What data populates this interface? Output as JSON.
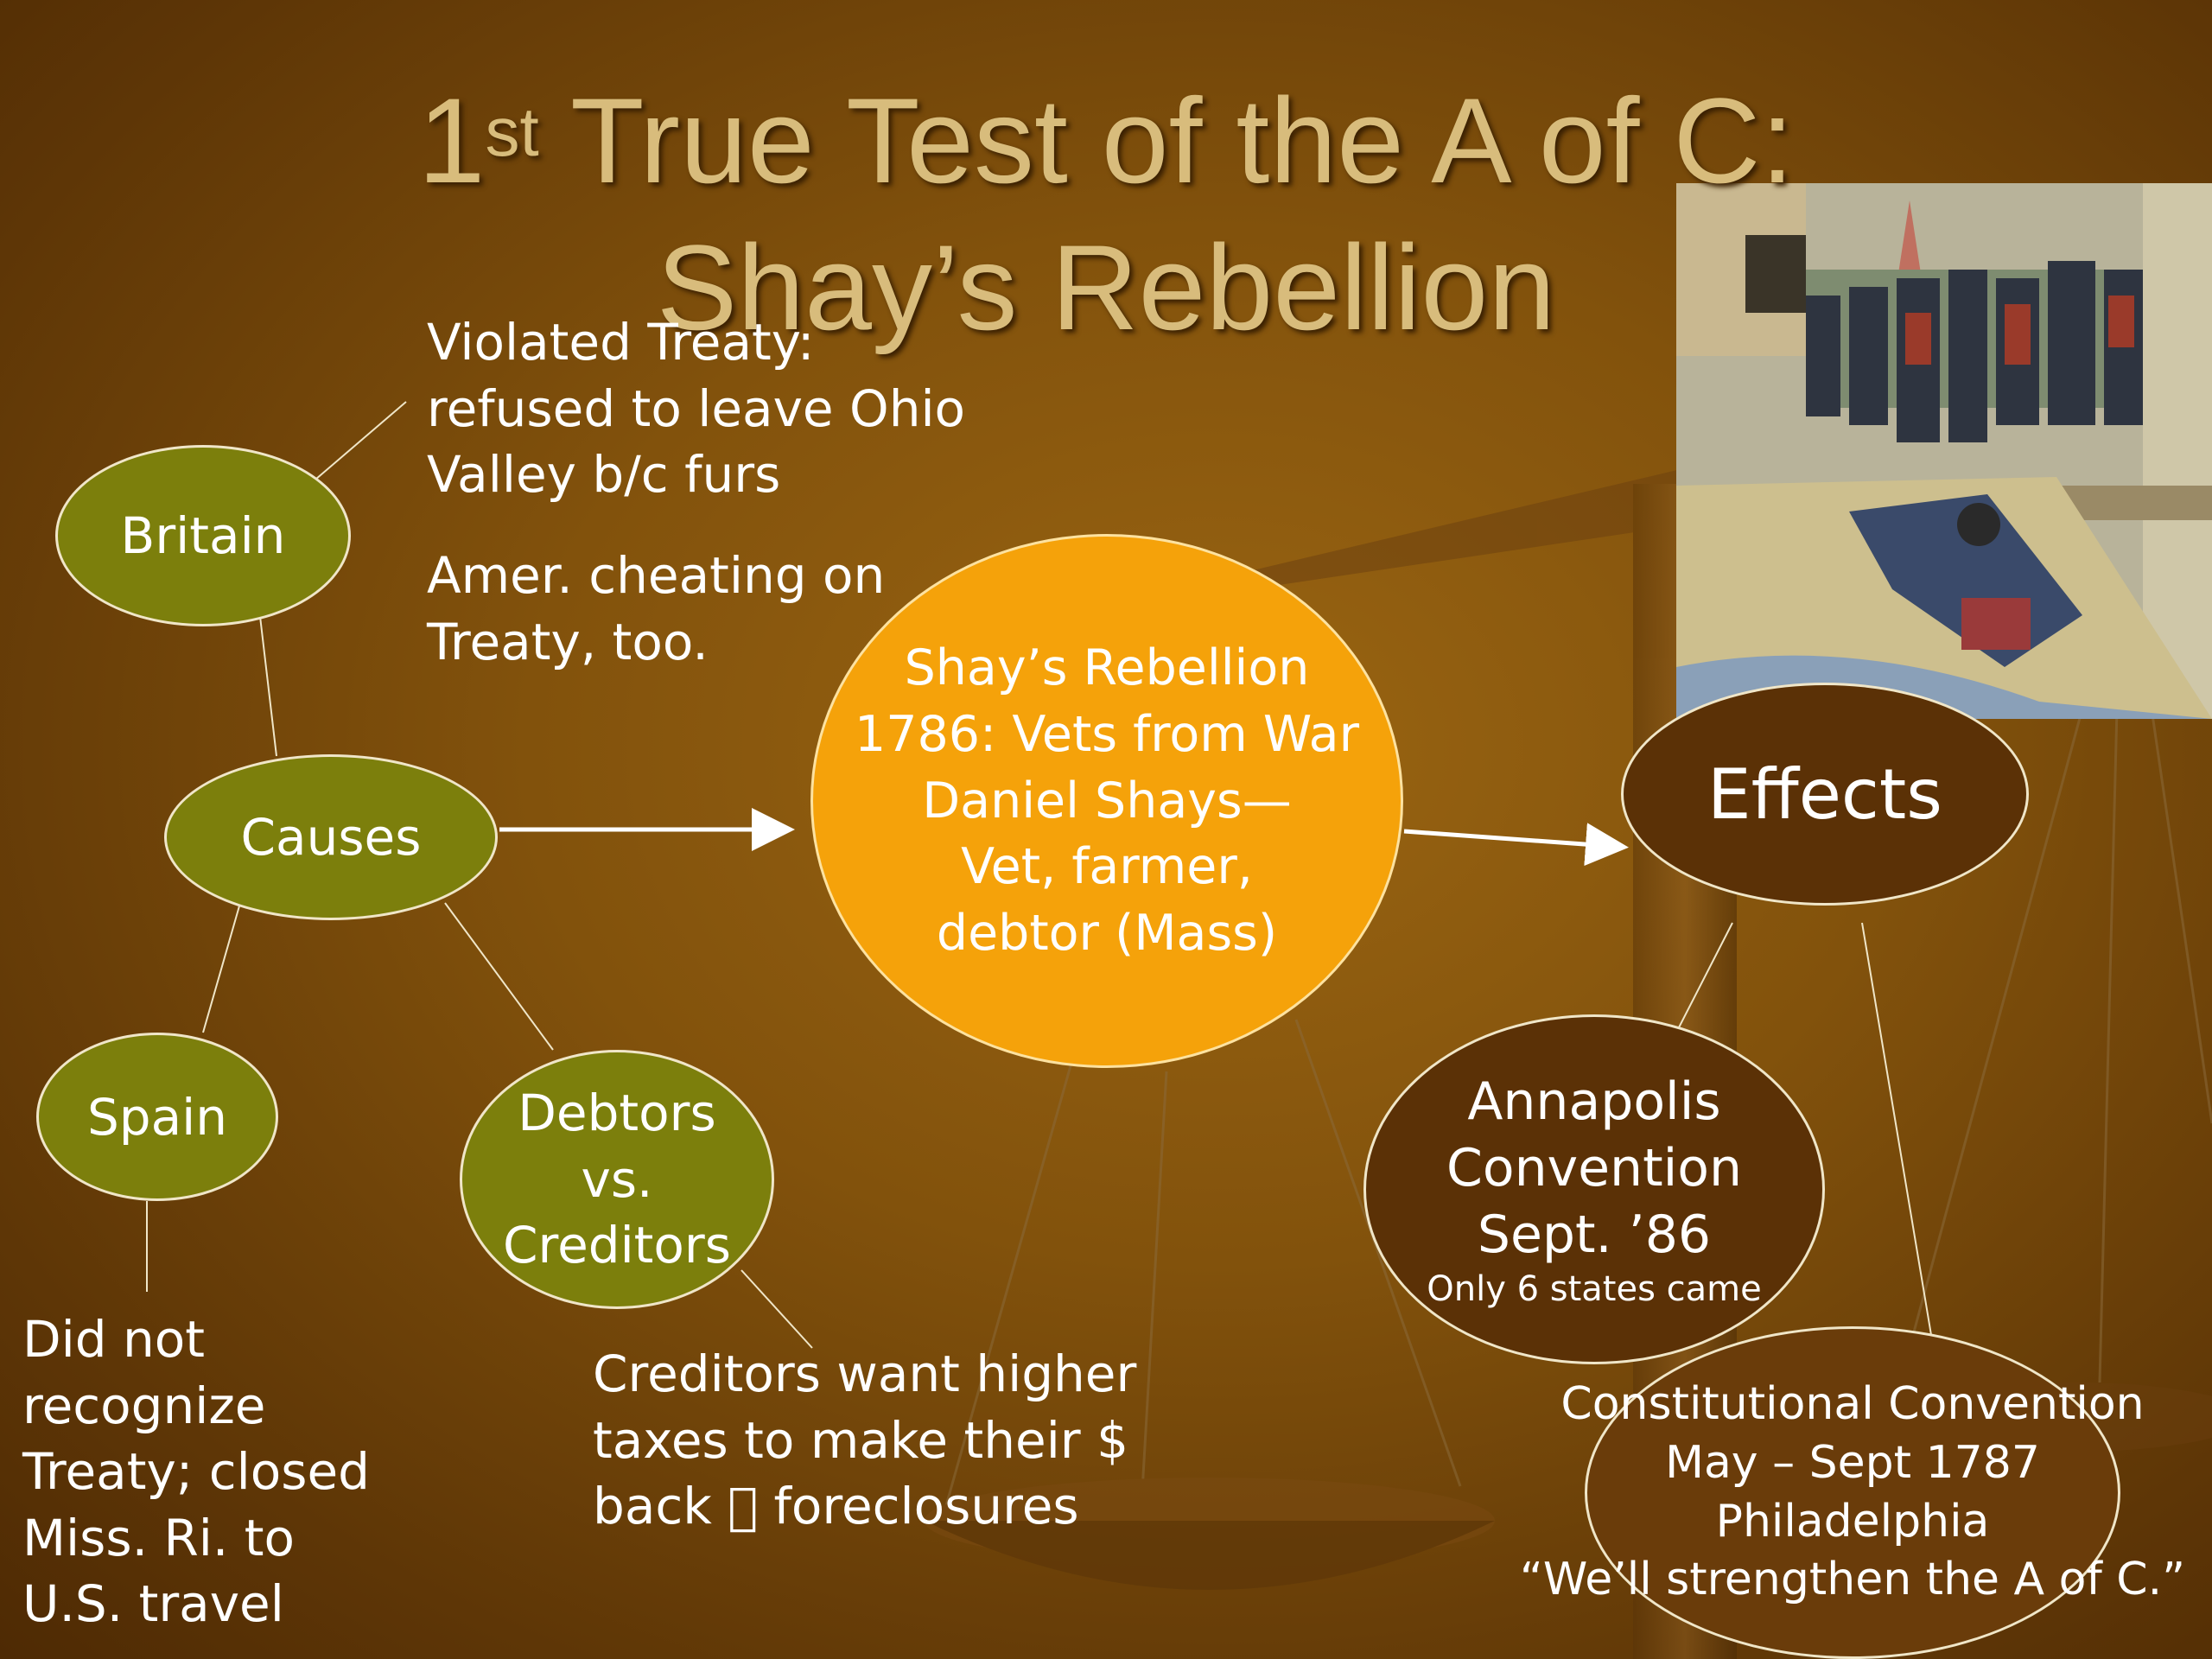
{
  "title": {
    "line1_prefix": "1",
    "line1_sup": "st",
    "line1_rest": " True Test of the A of C:",
    "line2": "Shay’s Rebellion"
  },
  "nodes": {
    "britain": "Britain",
    "causes": "Causes",
    "spain": "Spain",
    "debtors": [
      "Debtors",
      "vs.",
      "Creditors"
    ],
    "center": [
      "Shay’s Rebellion",
      "1786: Vets from War",
      "Daniel Shays—",
      "Vet, farmer,",
      "debtor (Mass)"
    ],
    "effects": "Effects",
    "annapolis": [
      "Annapolis",
      "Convention",
      "Sept. ’86"
    ],
    "annapolis_note": "Only 6 states came",
    "constitutional": [
      "Constitutional Convention",
      "May – Sept 1787",
      "Philadelphia",
      "“We’ll strengthen the A of C.”"
    ]
  },
  "notes": {
    "britain_treaty": [
      "Violated Treaty:",
      "refused to leave Ohio",
      "Valley b/c furs"
    ],
    "amer_cheating": [
      "Amer. cheating on",
      "Treaty, too."
    ],
    "spain_note": [
      "Did not",
      "recognize",
      "Treaty; closed",
      "Miss. Ri. to",
      "U.S. travel"
    ],
    "creditors_note": [
      "Creditors want higher",
      "taxes to make their $",
      "back  foreclosures"
    ]
  },
  "colors": {
    "olive_node": "#7c7f0c",
    "brown_node": "#5b3106",
    "orange_node": "#f5a20a",
    "title_gold": "#d8bc7c"
  }
}
